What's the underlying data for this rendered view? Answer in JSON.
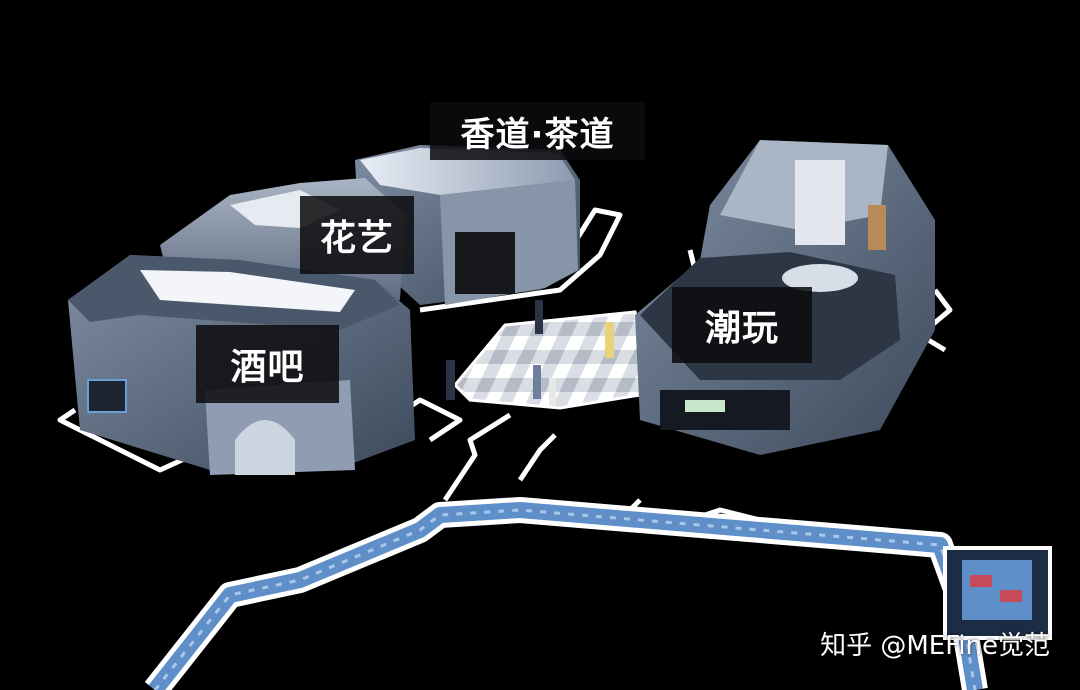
{
  "zones": {
    "tea_incense": "香道·茶道",
    "floral": "花艺",
    "bar": "酒吧",
    "trendy_toys": "潮玩"
  },
  "watermark": "知乎 @MEFine觉范",
  "colors": {
    "background": "#000000",
    "building_face": "#5d6c82",
    "building_roof": "#9aa6b8",
    "path_line": "#ffffff",
    "water_channel": "#5f8fc8"
  }
}
